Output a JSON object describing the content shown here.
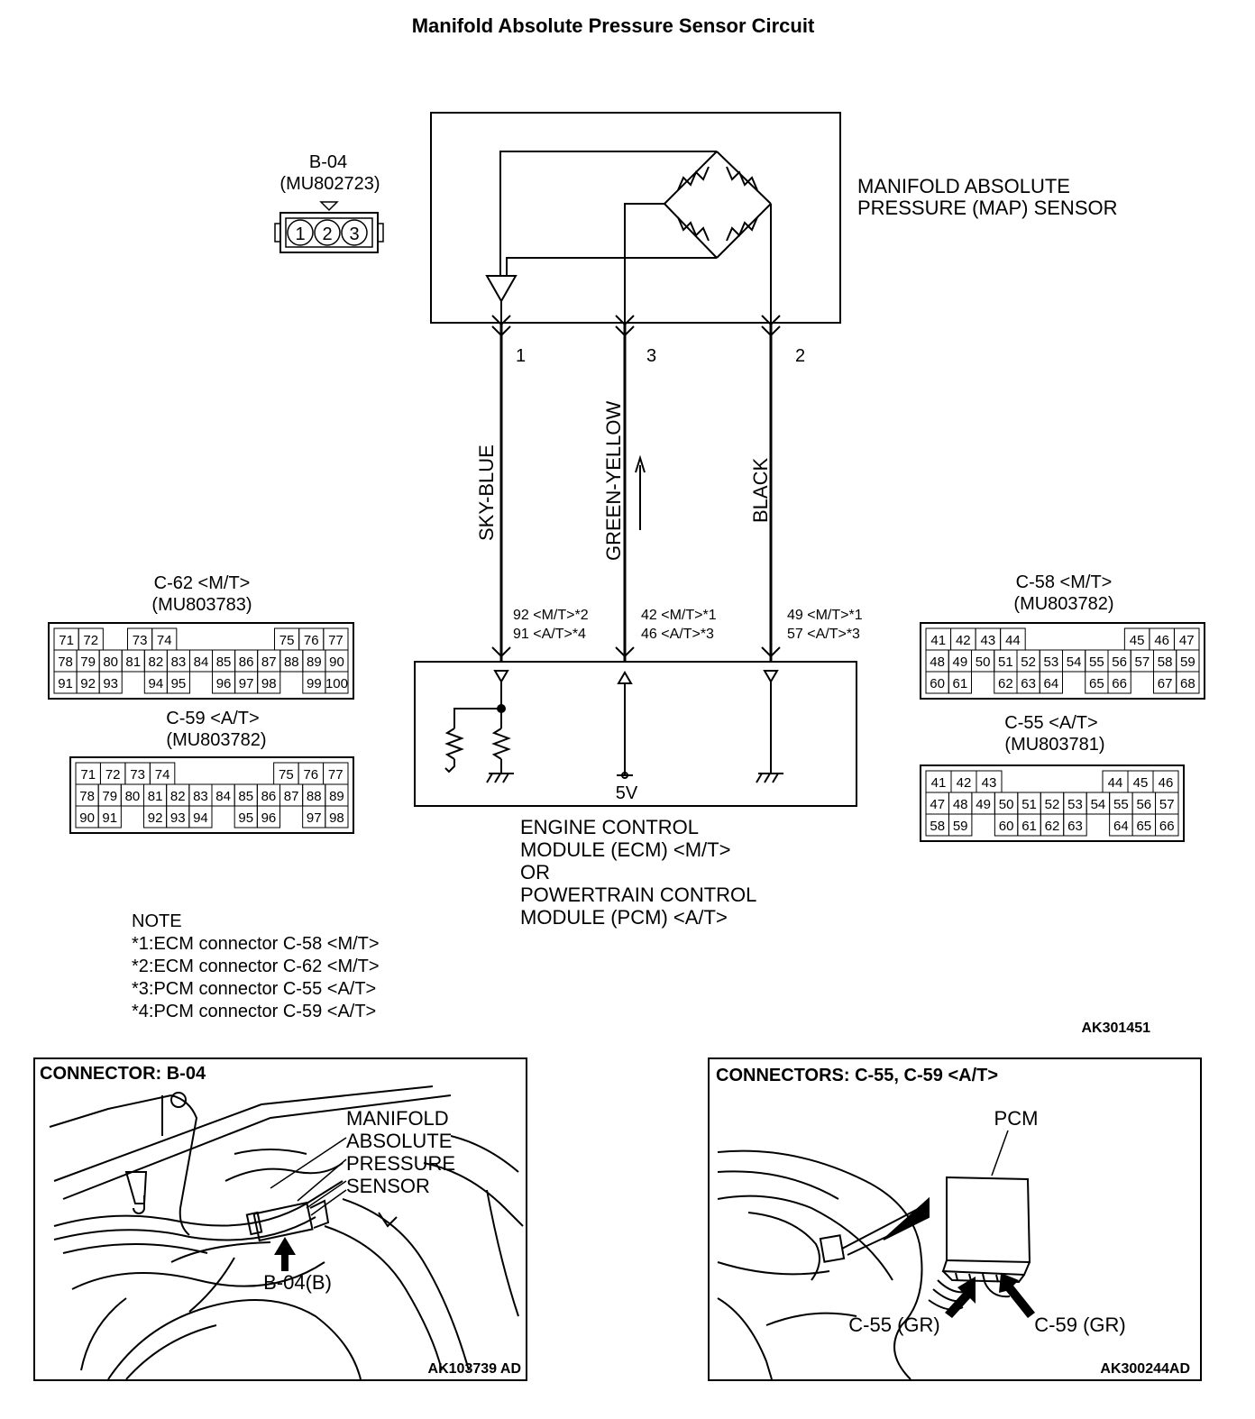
{
  "title": "Manifold Absolute Pressure Sensor Circuit",
  "sensor": {
    "connector_id": "B-04",
    "part_no": "(MU802723)",
    "pins": [
      "1",
      "2",
      "3"
    ],
    "label_line1": "MANIFOLD ABSOLUTE",
    "label_line2": "PRESSURE (MAP) SENSOR"
  },
  "wires": [
    {
      "pin": "1",
      "color_label": "SKY-BLUE",
      "term1": "92 <M/T>*2",
      "term2": "91 <A/T>*4"
    },
    {
      "pin": "3",
      "color_label": "GREEN-YELLOW",
      "term1": "42 <M/T>*1",
      "term2": "46 <A/T>*3"
    },
    {
      "pin": "2",
      "color_label": "BLACK",
      "term1": "49 <M/T>*1",
      "term2": "57 <A/T>*3"
    }
  ],
  "ecm": {
    "voltage": "5V",
    "label_lines": [
      "ENGINE CONTROL",
      "MODULE (ECM) <M/T>",
      "OR",
      "POWERTRAIN CONTROL",
      "MODULE (PCM) <A/T>"
    ]
  },
  "connectors": {
    "c62": {
      "name": "C-62 <M/T>",
      "part": "(MU803783)",
      "rows": [
        [
          "71",
          "72",
          "",
          "73",
          "74",
          "",
          "",
          "",
          "",
          "75",
          "76",
          "77"
        ],
        [
          "78",
          "79",
          "80",
          "81",
          "82",
          "83",
          "84",
          "85",
          "86",
          "87",
          "88",
          "89",
          "90"
        ],
        [
          "91",
          "92",
          "93",
          "",
          "94",
          "95",
          "",
          "96",
          "97",
          "98",
          "",
          "99",
          "100"
        ]
      ]
    },
    "c59": {
      "name": "C-59 <A/T>",
      "part": "(MU803782)",
      "rows": [
        [
          "71",
          "72",
          "73",
          "74",
          "",
          "",
          "",
          "",
          "75",
          "76",
          "77"
        ],
        [
          "78",
          "79",
          "80",
          "81",
          "82",
          "83",
          "84",
          "85",
          "86",
          "87",
          "88",
          "89"
        ],
        [
          "90",
          "91",
          "",
          "92",
          "93",
          "94",
          "",
          "95",
          "96",
          "",
          "97",
          "98"
        ]
      ]
    },
    "c58": {
      "name": "C-58 <M/T>",
      "part": "(MU803782)",
      "rows": [
        [
          "41",
          "42",
          "43",
          "44",
          "",
          "",
          "",
          "",
          "45",
          "46",
          "47"
        ],
        [
          "48",
          "49",
          "50",
          "51",
          "52",
          "53",
          "54",
          "55",
          "56",
          "57",
          "58",
          "59"
        ],
        [
          "60",
          "61",
          "",
          "62",
          "63",
          "64",
          "",
          "65",
          "66",
          "",
          "67",
          "68"
        ]
      ]
    },
    "c55": {
      "name": "C-55 <A/T>",
      "part": "(MU803781)",
      "rows": [
        [
          "41",
          "42",
          "43",
          "",
          "",
          "",
          "",
          "44",
          "45",
          "46"
        ],
        [
          "47",
          "48",
          "49",
          "50",
          "51",
          "52",
          "53",
          "54",
          "55",
          "56",
          "57"
        ],
        [
          "58",
          "59",
          "",
          "60",
          "61",
          "62",
          "63",
          "",
          "64",
          "65",
          "66"
        ]
      ]
    }
  },
  "notes": {
    "heading": "NOTE",
    "lines": [
      "*1:ECM connector C-58 <M/T>",
      "*2:ECM connector C-62 <M/T>",
      "*3:PCM connector C-55 <A/T>",
      "*4:PCM connector C-59 <A/T>"
    ]
  },
  "figure_code_top": "AK301451",
  "panel_left": {
    "title": "CONNECTOR: B-04",
    "label_lines": [
      "MANIFOLD",
      "ABSOLUTE",
      "PRESSURE",
      "SENSOR"
    ],
    "callout": "B-04(B)",
    "code": "AK103739 AD"
  },
  "panel_right": {
    "title": "CONNECTORS: C-55, C-59 <A/T>",
    "module": "PCM",
    "callout_left": "C-55 (GR)",
    "callout_right": "C-59 (GR)",
    "code": "AK300244AD"
  }
}
